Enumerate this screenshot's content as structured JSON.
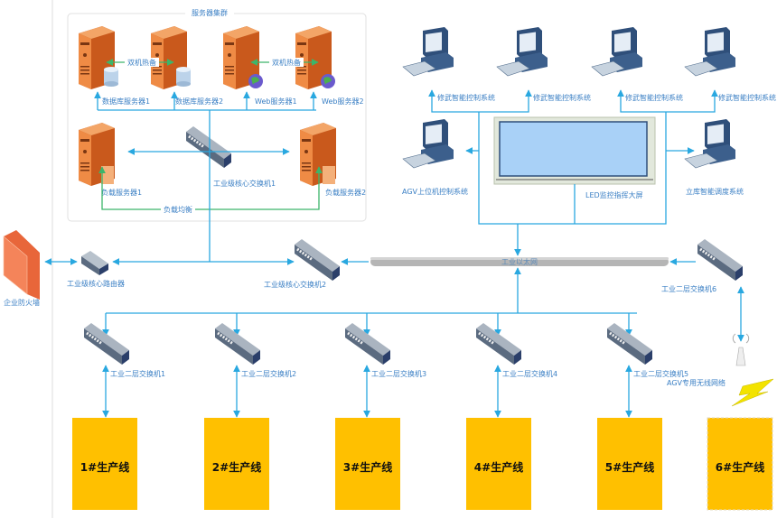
{
  "cluster": {
    "title": "服务器集群",
    "hot_standby_1": "双机热备",
    "hot_standby_2": "双机热备",
    "load_balance": "负载均衡",
    "servers": [
      "数据库服务器1",
      "数据库服务器2",
      "Web服务器1",
      "Web服务器2"
    ],
    "load_servers": [
      "负载服务器1",
      "负载服务器2"
    ],
    "core_switch1": "工业级核心交换机1"
  },
  "terminals": {
    "control": [
      "修武智能控制系统",
      "修武智能控制系统",
      "修武智能控制系统",
      "修武智能控制系统"
    ],
    "agv": "AGV上位机控制系统",
    "led": "LED监控指挥大屏",
    "warehouse": "立库智能调度系统"
  },
  "backbone": {
    "firewall": "企业防火墙",
    "router": "工业级核心路由器",
    "core_switch2": "工业级核心交换机2",
    "ethernet": "工业以太网",
    "switch6": "工业二层交换机6"
  },
  "access": {
    "switches": [
      "工业二层交换机1",
      "工业二层交换机2",
      "工业二层交换机3",
      "工业二层交换机4",
      "工业二层交换机5"
    ],
    "wireless": "AGV专用无线网络",
    "lines": [
      "1#生产线",
      "2#生产线",
      "3#生产线",
      "4#生产线",
      "5#生产线",
      "6#生产线"
    ]
  },
  "colors": {
    "link": "#29a8e0",
    "server": "#e07a2e",
    "production": "#ffc000",
    "standby": "#3cb56a"
  }
}
